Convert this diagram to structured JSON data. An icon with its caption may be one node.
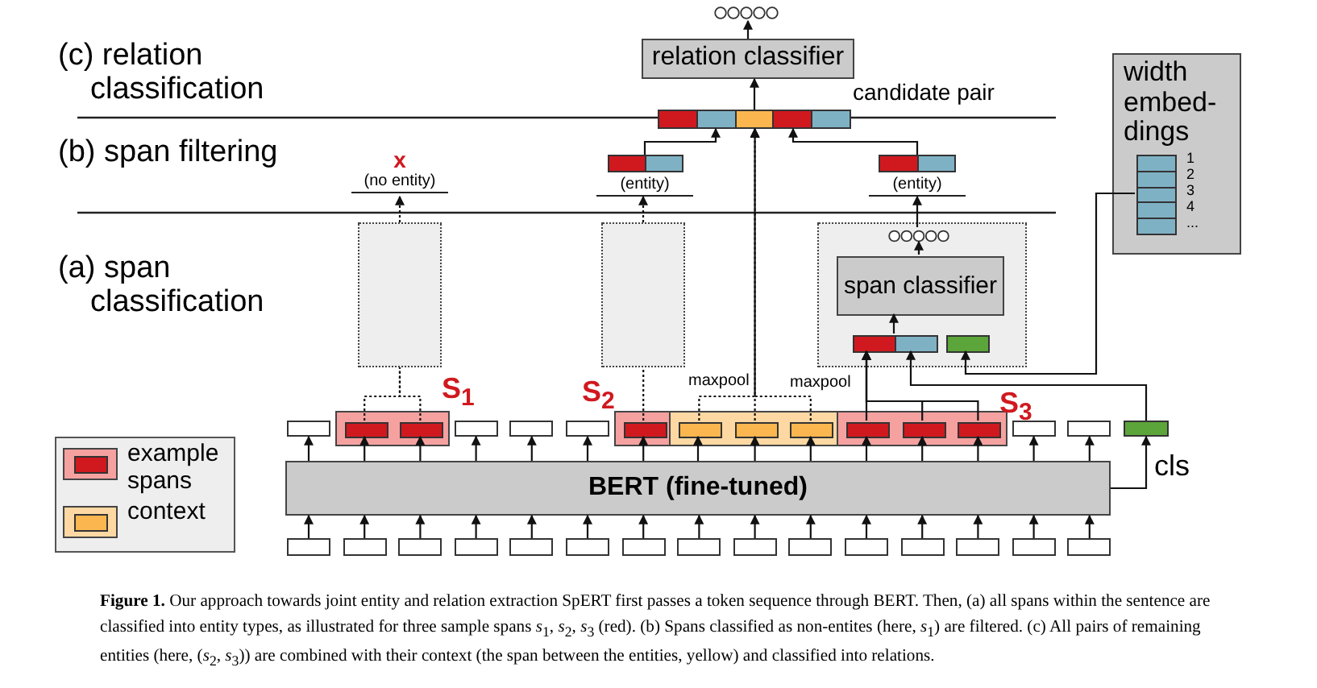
{
  "diagram": {
    "caption": "**Figure 1.** Our approach towards joint entity and relation extraction SpERT first passes a token sequence through BERT. Then, (a) all spans within the sentence are classified into entity types, as illustrated for three sample spans *s*$_{1}$, *s*$_{2}$, *s*$_{3}$ (red). (b) Spans classified as non-entites (here, *s*$_{1}$) are filtered. (c) All pairs of remaining entities (here, (*s*$_{2}$, *s*$_{3}$)) are combined with their context (the span between the entities, yellow) and classified into relations.",
    "nodes": [
      {
        "text": [],
        "shape": "circle"
      },
      {
        "text": [
          "relation classifier"
        ]
      },
      {
        "text": [],
        "shape": "bar",
        "beside": [
          "candidate pair"
        ]
      },
      {
        "text": [
          "width embed- dings"
        ]
      },
      {
        "text": [],
        "shape": "bar",
        "in": 3,
        "beside": [
          "1",
          "2",
          "3",
          "4",
          "..."
        ]
      },
      {
        "text": [
          "x",
          "(no entity)"
        ]
      },
      {
        "text": [],
        "shape": "bar"
      },
      {
        "text": [
          "(entity)"
        ]
      },
      {
        "text": [],
        "shape": "bar"
      },
      {
        "text": [
          "(entity)"
        ]
      },
      {
        "text": [],
        "shape": "box"
      },
      {
        "text": [],
        "shape": "box"
      },
      {
        "text": [],
        "shape": "box"
      },
      {
        "text": [],
        "shape": "circle",
        "in": 12
      },
      {
        "text": [
          "span classifier"
        ],
        "in": 12
      },
      {
        "text": [],
        "shape": "bar",
        "in": 12
      },
      {
        "text": [],
        "shape": "bar",
        "in": 12
      },
      {
        "text": [
          "BERT (fine-tuned)"
        ]
      },
      {
        "text": [],
        "shape": "box"
      },
      {
        "text": [],
        "shape": "box",
        "beside": [
          "S$_{1}$"
        ]
      },
      {
        "text": [],
        "shape": "box",
        "in": 19
      },
      {
        "text": [],
        "shape": "box",
        "in": 19
      },
      {
        "text": [],
        "shape": "box"
      },
      {
        "text": [],
        "shape": "box"
      },
      {
        "text": [],
        "shape": "box"
      },
      {
        "text": [],
        "shape": "box",
        "beside": [
          "S$_{2}$"
        ]
      },
      {
        "text": [],
        "shape": "box",
        "in": 25
      },
      {
        "text": [],
        "shape": "box"
      },
      {
        "text": [],
        "shape": "box",
        "in": 27
      },
      {
        "text": [],
        "shape": "box",
        "in": 27
      },
      {
        "text": [],
        "shape": "box",
        "in": 27
      },
      {
        "text": [],
        "shape": "box",
        "beside": [
          "S$_{3}$"
        ]
      },
      {
        "text": [],
        "shape": "box",
        "in": 31
      },
      {
        "text": [],
        "shape": "box",
        "in": 31
      },
      {
        "text": [],
        "shape": "box",
        "in": 31
      },
      {
        "text": [],
        "shape": "box"
      },
      {
        "text": [],
        "shape": "box"
      },
      {
        "text": [],
        "shape": "box",
        "beside": [
          "cls"
        ]
      },
      {
        "text": [],
        "shape": "box"
      },
      {
        "text": [],
        "shape": "box"
      },
      {
        "text": [],
        "shape": "box"
      },
      {
        "text": [],
        "shape": "box"
      },
      {
        "text": [],
        "shape": "box"
      },
      {
        "text": [],
        "shape": "box"
      },
      {
        "text": [],
        "shape": "box"
      },
      {
        "text": [],
        "shape": "box"
      },
      {
        "text": [],
        "shape": "box"
      },
      {
        "text": [],
        "shape": "box"
      },
      {
        "text": [],
        "shape": "box"
      },
      {
        "text": [],
        "shape": "box"
      },
      {
        "text": [],
        "shape": "box"
      },
      {
        "text": [],
        "shape": "box"
      },
      {
        "text": [],
        "shape": "box"
      }
    ],
    "edges": [
      {
        "from": 1,
        "to": 0,
        "arrow": "to"
      },
      {
        "from": 2,
        "to": 1,
        "arrow": "to"
      },
      {
        "from": 6,
        "to": 2,
        "arrow": "to"
      },
      {
        "from": 8,
        "to": 2,
        "arrow": "to"
      },
      {
        "from": 10,
        "to": 5,
        "arrow": "to",
        "style": "dashed"
      },
      {
        "from": 11,
        "to": 7,
        "arrow": "to",
        "style": "dashed"
      },
      {
        "from": 13,
        "to": 9,
        "arrow": "to"
      },
      {
        "from": 14,
        "to": 13,
        "arrow": "to"
      },
      {
        "from": 15,
        "to": 14,
        "arrow": "to"
      },
      {
        "from": 4,
        "to": 16,
        "arrow": "to"
      },
      {
        "from": 37,
        "to": 15,
        "arrow": "to"
      },
      {
        "from": 20,
        "to": 10,
        "arrow": "none",
        "style": "dashed"
      },
      {
        "from": 21,
        "to": 10,
        "arrow": "none",
        "style": "dashed"
      },
      {
        "from": 26,
        "to": 11,
        "arrow": "none",
        "style": "dashed"
      },
      {
        "from": 28,
        "to": 2,
        "arrow": "to",
        "style": "dashed"
      },
      {
        "from": 29,
        "to": 2,
        "arrow": "to",
        "style": "dashed",
        "label": "maxpool"
      },
      {
        "from": 30,
        "to": 2,
        "arrow": "to",
        "style": "dashed"
      },
      {
        "from": 32,
        "to": 15,
        "arrow": "to"
      },
      {
        "from": 33,
        "to": 15,
        "arrow": "to",
        "label": "maxpool"
      },
      {
        "from": 34,
        "to": 15,
        "arrow": "to"
      },
      {
        "from": 17,
        "to": 18,
        "arrow": "to"
      },
      {
        "from": 17,
        "to": 20,
        "arrow": "to"
      },
      {
        "from": 17,
        "to": 21,
        "arrow": "to"
      },
      {
        "from": 17,
        "to": 22,
        "arrow": "to"
      },
      {
        "from": 17,
        "to": 23,
        "arrow": "to"
      },
      {
        "from": 17,
        "to": 24,
        "arrow": "to"
      },
      {
        "from": 17,
        "to": 26,
        "arrow": "to"
      },
      {
        "from": 17,
        "to": 28,
        "arrow": "to"
      },
      {
        "from": 17,
        "to": 29,
        "arrow": "to"
      },
      {
        "from": 17,
        "to": 30,
        "arrow": "to"
      },
      {
        "from": 17,
        "to": 32,
        "arrow": "to"
      },
      {
        "from": 17,
        "to": 33,
        "arrow": "to"
      },
      {
        "from": 17,
        "to": 34,
        "arrow": "to"
      },
      {
        "from": 17,
        "to": 35,
        "arrow": "to"
      },
      {
        "from": 17,
        "to": 36,
        "arrow": "to"
      },
      {
        "from": 17,
        "to": 37,
        "arrow": "to"
      },
      {
        "from": 38,
        "to": 17,
        "arrow": "to"
      },
      {
        "from": 39,
        "to": 17,
        "arrow": "to"
      },
      {
        "from": 40,
        "to": 17,
        "arrow": "to"
      },
      {
        "from": 41,
        "to": 17,
        "arrow": "to"
      },
      {
        "from": 42,
        "to": 17,
        "arrow": "to"
      },
      {
        "from": 43,
        "to": 17,
        "arrow": "to"
      },
      {
        "from": 44,
        "to": 17,
        "arrow": "to"
      },
      {
        "from": 45,
        "to": 17,
        "arrow": "to"
      },
      {
        "from": 46,
        "to": 17,
        "arrow": "to"
      },
      {
        "from": 47,
        "to": 17,
        "arrow": "to"
      },
      {
        "from": 48,
        "to": 17,
        "arrow": "to"
      },
      {
        "from": 49,
        "to": 17,
        "arrow": "to"
      },
      {
        "from": 50,
        "to": 17,
        "arrow": "to"
      },
      {
        "from": 51,
        "to": 17,
        "arrow": "to"
      },
      {
        "from": 52,
        "to": 17,
        "arrow": "to"
      }
    ],
    "labels": [
      "(c) relation classification",
      "(b) span filtering",
      "(a) span classification"
    ],
    "legend": [
      {
        "text": "example spans",
        "color": "#d0191f"
      },
      {
        "text": "context",
        "color": "#fbb64f"
      }
    ]
  }
}
